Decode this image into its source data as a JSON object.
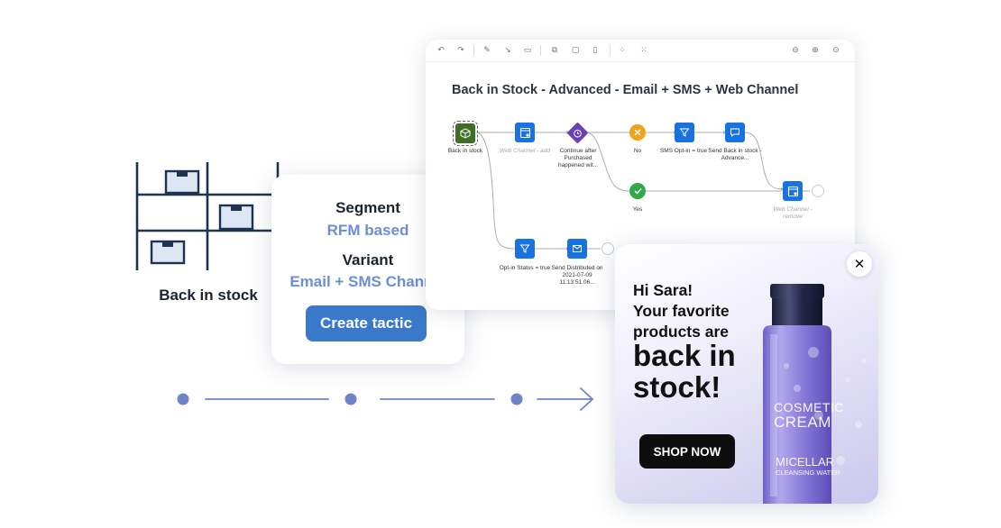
{
  "shelf": {
    "label": "Back in stock",
    "icon": "warehouse-shelf-icon"
  },
  "segment_card": {
    "segment_heading": "Segment",
    "segment_value": "RFM based",
    "variant_heading": "Variant",
    "variant_value": "Email + SMS Channel",
    "create_button": "Create tactic"
  },
  "journey": {
    "title": "Back in Stock - Advanced - Email + SMS + Web Channel",
    "nodes": {
      "trigger": "Back in stock",
      "web_add": "Web Channel - add",
      "continue": "Continue after Purchased happened wit...",
      "no": "No",
      "sms_optin": "SMS Opt-in = true",
      "send_back": "Send Back in stock - Advance...",
      "yes": "Yes",
      "web_remove": "Web Channel - remove",
      "optin_status": "Opt-in Status = true",
      "send_distributed": "Send Distributed on 2021-07-09 11:13:51.06..."
    }
  },
  "popup": {
    "greeting_line1": "Hi Sara!",
    "greeting_line2": "Your favorite",
    "greeting_line3": "products are",
    "headline_line1": "back in",
    "headline_line2": "stock!",
    "shop_button": "SHOP NOW",
    "close_icon": "close-icon",
    "bottle_brand1": "COSMETIC",
    "bottle_brand2": "CREAM",
    "bottle_sub1": "MICELLAR",
    "bottle_sub2": "CLEANSING WATER"
  },
  "colors": {
    "accent_blue": "#3a78c9",
    "value_blue": "#6b8ed6",
    "node_blue": "#1872e0",
    "timeline": "#6f84c9"
  }
}
